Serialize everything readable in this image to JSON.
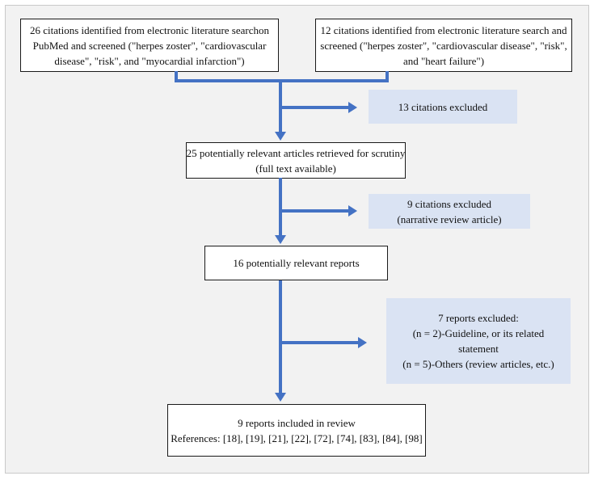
{
  "flowchart": {
    "boxes": {
      "search_pubmed": {
        "line1": "26 citations identified from electronic literature searchon",
        "line2": "PubMed and screened (\"herpes zoster\", \"cardiovascular",
        "line3": "disease\", \"risk\", and \"myocardial infarction\")"
      },
      "search_heart_failure": {
        "line1": "12 citations identified from electronic literature search and",
        "line2": "screened (\"herpes zoster\", \"cardiovascular disease\", \"risk\",",
        "line3": "and \"heart failure\")"
      },
      "retrieved": {
        "line1": "25 potentially relevant articles retrieved for scrutiny",
        "line2": "(full text available)"
      },
      "relevant": {
        "line1": "16 potentially relevant reports"
      },
      "included": {
        "line1": "9 reports included in review",
        "line2": "References: [18], [19], [21], [22], [72], [74], [83], [84], [98]"
      }
    },
    "excluded": {
      "first": {
        "line1": "13 citations excluded"
      },
      "second": {
        "line1": "9 citations excluded",
        "line2": "(narrative review article)"
      },
      "third": {
        "line1": "7 reports excluded:",
        "line2": "(n = 2)-Guideline, or its related",
        "line3": "statement",
        "line4": "(n = 5)-Others (review articles, etc.)"
      }
    },
    "colors": {
      "arrow": "#4472c4",
      "excluded_fill": "#dae3f3",
      "box_border": "#1a1a1a",
      "canvas_bg": "#f2f2f2"
    }
  }
}
